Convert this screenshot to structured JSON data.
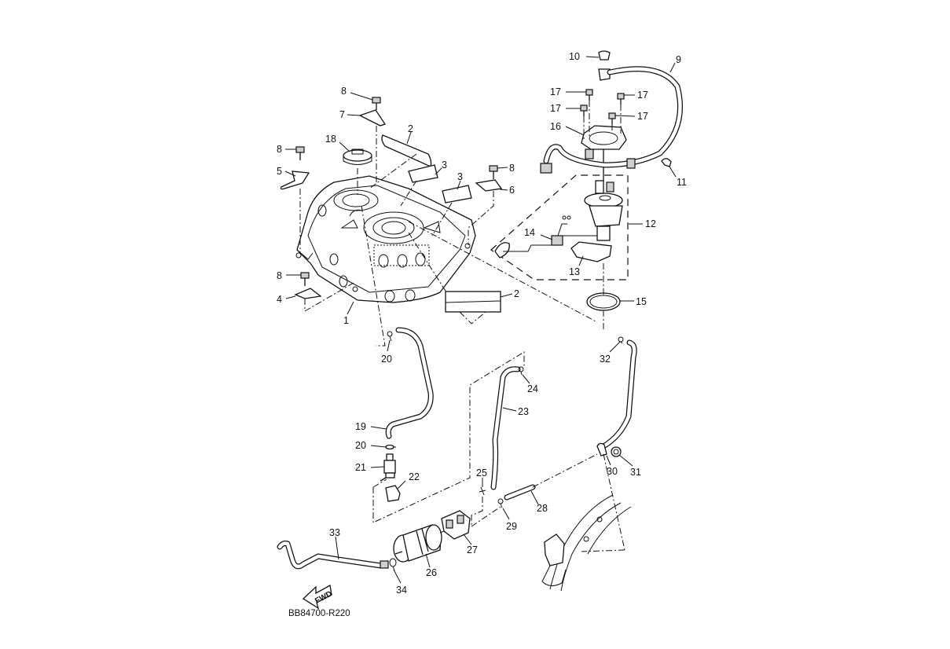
{
  "diagram": {
    "title": "Fuel tank exploded parts diagram",
    "drawing_code": "BB84700-R220",
    "direction_arrow": "FWD",
    "callouts": [
      {
        "id": "1",
        "part": "fuel-tank"
      },
      {
        "id": "2",
        "part": "protector"
      },
      {
        "id": "2",
        "part": "protector-lower"
      },
      {
        "id": "3",
        "part": "damper"
      },
      {
        "id": "3",
        "part": "damper"
      },
      {
        "id": "4",
        "part": "bracket"
      },
      {
        "id": "5",
        "part": "bracket"
      },
      {
        "id": "6",
        "part": "bracket"
      },
      {
        "id": "7",
        "part": "bracket"
      },
      {
        "id": "8",
        "part": "bolt"
      },
      {
        "id": "8",
        "part": "bolt"
      },
      {
        "id": "8",
        "part": "bolt"
      },
      {
        "id": "8",
        "part": "bolt"
      },
      {
        "id": "9",
        "part": "fuel-hose"
      },
      {
        "id": "10",
        "part": "cap"
      },
      {
        "id": "11",
        "part": "clip"
      },
      {
        "id": "12",
        "part": "fuel-pump-assembly"
      },
      {
        "id": "13",
        "part": "gasket"
      },
      {
        "id": "14",
        "part": "sender-unit"
      },
      {
        "id": "15",
        "part": "o-ring"
      },
      {
        "id": "16",
        "part": "retainer-plate"
      },
      {
        "id": "17",
        "part": "bolt"
      },
      {
        "id": "17",
        "part": "bolt"
      },
      {
        "id": "17",
        "part": "bolt"
      },
      {
        "id": "17",
        "part": "bolt"
      },
      {
        "id": "18",
        "part": "cap-seal"
      },
      {
        "id": "19",
        "part": "breather-hose"
      },
      {
        "id": "20",
        "part": "clamp"
      },
      {
        "id": "20",
        "part": "clamp"
      },
      {
        "id": "21",
        "part": "valve"
      },
      {
        "id": "22",
        "part": "holder"
      },
      {
        "id": "23",
        "part": "hose"
      },
      {
        "id": "24",
        "part": "clamp"
      },
      {
        "id": "25",
        "part": "clamp"
      },
      {
        "id": "26",
        "part": "canister"
      },
      {
        "id": "27",
        "part": "canister-holder"
      },
      {
        "id": "28",
        "part": "hose"
      },
      {
        "id": "29",
        "part": "clamp"
      },
      {
        "id": "30",
        "part": "clip"
      },
      {
        "id": "31",
        "part": "nut"
      },
      {
        "id": "32",
        "part": "clamp"
      },
      {
        "id": "33",
        "part": "drain-hose"
      },
      {
        "id": "34",
        "part": "clamp"
      }
    ]
  }
}
